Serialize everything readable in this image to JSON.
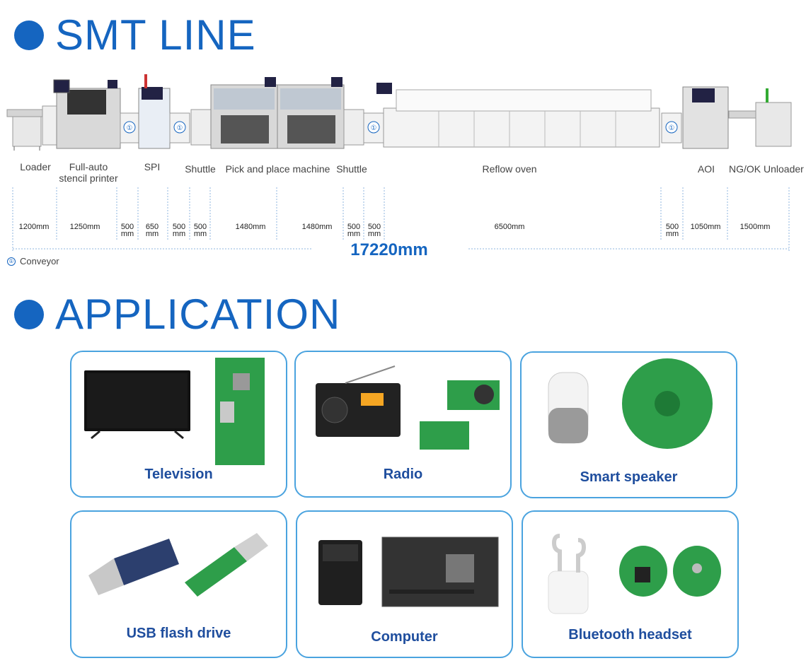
{
  "headings": {
    "smt_line": "SMT LINE",
    "application": "APPLICATION"
  },
  "machines": [
    {
      "label": "Loader"
    },
    {
      "label": "Full-auto\nstencil printer"
    },
    {
      "label": "SPI"
    },
    {
      "label": "Shuttle"
    },
    {
      "label": "Pick and place machine"
    },
    {
      "label": "Shuttle"
    },
    {
      "label": "Reflow oven"
    },
    {
      "label": "AOI"
    },
    {
      "label": "NG/OK Unloader"
    }
  ],
  "conveyor_marker": "①",
  "dimensions": [
    {
      "text": "1200mm"
    },
    {
      "text": "1250mm"
    },
    {
      "text": "500\nmm"
    },
    {
      "text": "650\nmm"
    },
    {
      "text": "500\nmm"
    },
    {
      "text": "500\nmm"
    },
    {
      "text": "1480mm"
    },
    {
      "text": "1480mm"
    },
    {
      "text": "500\nmm"
    },
    {
      "text": "500\nmm"
    },
    {
      "text": "6500mm"
    },
    {
      "text": "500\nmm"
    },
    {
      "text": "1050mm"
    },
    {
      "text": "1500mm"
    }
  ],
  "total_length": "17220mm",
  "legend": {
    "marker": "①",
    "label": "Conveyor"
  },
  "applications": [
    {
      "label": "Television"
    },
    {
      "label": "Radio"
    },
    {
      "label": "Smart speaker"
    },
    {
      "label": "USB flash drive"
    },
    {
      "label": "Computer"
    },
    {
      "label": "Bluetooth headset"
    }
  ],
  "colors": {
    "accent": "#1565c0",
    "card_border": "#4aa3df",
    "card_label": "#1f4e9e",
    "pcb_green": "#2e9e4a"
  }
}
